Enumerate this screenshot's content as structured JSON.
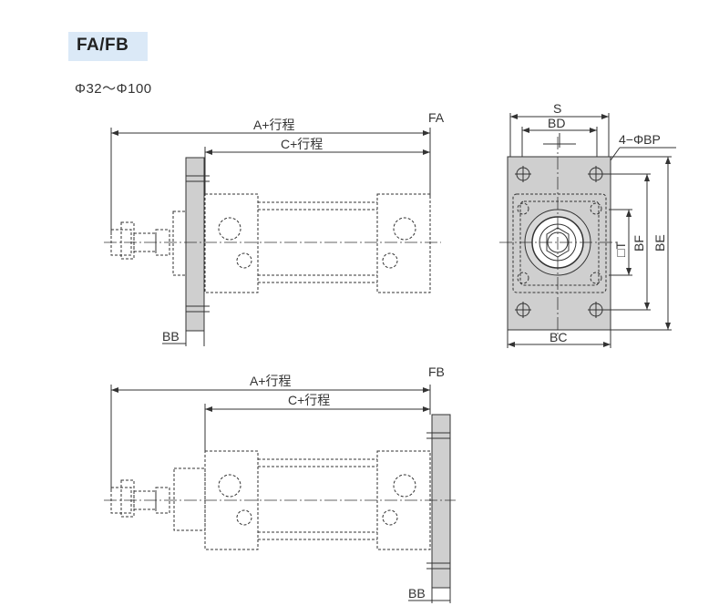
{
  "header": {
    "model_label": "FA/FB",
    "bore_range": "Φ32～Φ100"
  },
  "fa_view": {
    "title": "FA",
    "dim_a": "A+行程",
    "dim_c": "C+行程",
    "dim_bb": "BB"
  },
  "fb_view": {
    "title": "FB",
    "dim_a": "A+行程",
    "dim_c": "C+行程",
    "dim_bb": "BB"
  },
  "end_view": {
    "dim_s": "S",
    "dim_bd": "BD",
    "dim_bp": "4−ΦBP",
    "dim_t": "□T",
    "dim_bf": "BF",
    "dim_be": "BE",
    "dim_bc": "BC"
  },
  "colors": {
    "badge_bg": "#dbe9f7",
    "plate_fill": "#cfcfcf",
    "line": "#333333"
  }
}
